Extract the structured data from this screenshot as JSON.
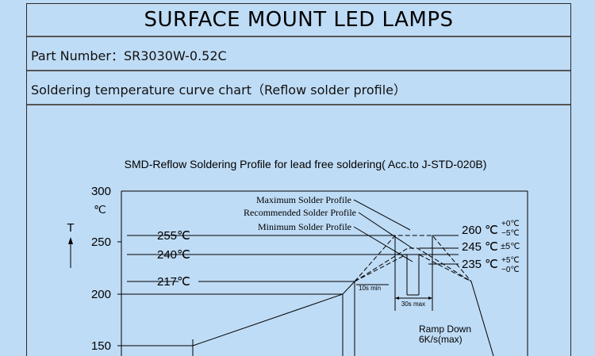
{
  "header": {
    "title": "SURFACE MOUNT LED LAMPS"
  },
  "part": {
    "label": "Part Number：",
    "value": "SR3030W-0.52C"
  },
  "section": {
    "title": "Soldering temperature curve chart（Reflow solder profile）"
  },
  "chart_data": {
    "type": "line",
    "title": "SMD-Reflow Soldering Profile for lead free soldering( Acc.to J-STD-020B)",
    "ylabel": "T",
    "yunit": "℃",
    "yticks": [
      300,
      250,
      200,
      150
    ],
    "ylim": [
      130,
      300
    ],
    "ref_lines": [
      "255℃",
      "240℃",
      "217℃"
    ],
    "legend": [
      "Maximum Solder Profile",
      "Recommended Solder Profile",
      "Minimum Solder Profile"
    ],
    "peaks": [
      {
        "value": "260",
        "unit": "℃",
        "tol_plus": "+0℃",
        "tol_minus": "−5℃"
      },
      {
        "value": "245",
        "unit": "℃",
        "tol": "±5℃"
      },
      {
        "value": "235",
        "unit": "℃",
        "tol_plus": "+5℃",
        "tol_minus": "−0℃"
      }
    ],
    "annotations": {
      "t10": "10s min",
      "t30": "30s max",
      "ramp_down": "Ramp Down",
      "ramp_rate": "6K/s(max)"
    }
  }
}
